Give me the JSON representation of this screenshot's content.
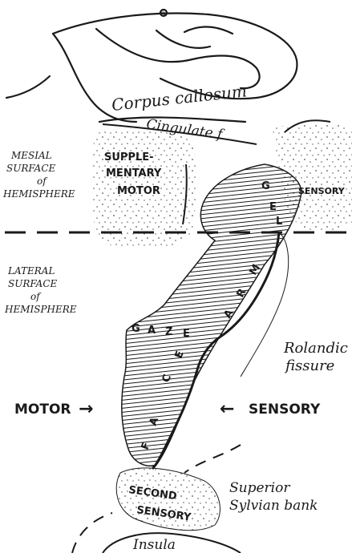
{
  "labels": {
    "top_marker": "o",
    "corpus_callosum": "Corpus callosum",
    "cingulate": "Cingulate f",
    "mesial_line1": "MESIAL",
    "mesial_line2": "SURFACE",
    "mesial_line3": "of",
    "mesial_line4": "HEMISPHERE",
    "supplementary_line1": "SUPPLE-",
    "supplementary_line2": "MENTARY",
    "supplementary_line3": "MOTOR",
    "sensory_top": "SENSORY",
    "lateral_line1": "LATERAL",
    "lateral_line2": "SURFACE",
    "lateral_line3": "of",
    "lateral_line4": "HEMISPHERE",
    "leg_letters": [
      "L",
      "E",
      "G"
    ],
    "arm_letters": [
      "A",
      "R",
      "M"
    ],
    "gaze_letters": [
      "G",
      "A",
      "Z",
      "E"
    ],
    "face_letters": [
      "F",
      "A",
      "C",
      "E"
    ],
    "rolandic_line1": "Rolandic",
    "rolandic_line2": "fissure",
    "motor": "MOTOR",
    "sensory_side": "SENSORY",
    "second_line1": "SECOND",
    "second_line2": "SENSORY",
    "sylvian_line1": "Superior",
    "sylvian_line2": "Sylvian bank",
    "insula": "Insula",
    "arrow_right": "→",
    "arrow_left": "←"
  },
  "colors": {
    "ink": "#1a1a1a",
    "stipple": "#555555",
    "background": "#ffffff"
  }
}
